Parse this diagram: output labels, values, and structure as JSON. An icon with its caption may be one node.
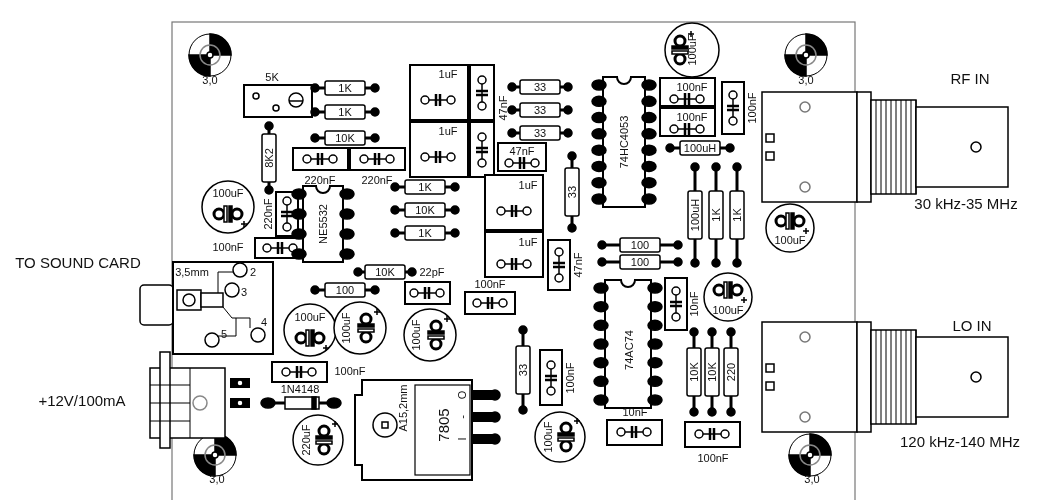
{
  "diagram": {
    "labels": [
      "100uF",
      "3,0",
      "5K",
      "1K",
      "1uF",
      "33",
      "74HC4053",
      "100nF",
      "3,0",
      "RF IN",
      "1K",
      "47nF",
      "33",
      "100nF",
      "100nF",
      "10K",
      "1uF",
      "33",
      "47nF",
      "100uH",
      "8K2",
      "220nF",
      "220nF",
      "1K",
      "1uF",
      "33",
      "100uH",
      "1K",
      "1K",
      "30 kHz-35 MHz",
      "100uF",
      "220nF",
      "NE5532",
      "10K",
      "1K",
      "100uF",
      "100nF",
      "1uF",
      "100",
      "TO SOUND CARD",
      "10K",
      "22pF",
      "100",
      "47nF",
      "3,5mm",
      "2",
      "3",
      "100",
      "100nF",
      "100uF",
      "10nF",
      "5",
      "4",
      "100uF",
      "100uF",
      "100uF",
      "LO IN",
      "74AC74",
      "33",
      "100nF",
      "10K",
      "10K",
      "220",
      "+12V/100mA",
      "100nF",
      "1N4148",
      "A15,2mm",
      "7805",
      "O",
      "-",
      "I",
      "10nF",
      "220uF",
      "100uF",
      "100nF",
      "120 kHz-140 MHz",
      "3,0",
      "3,0"
    ]
  }
}
